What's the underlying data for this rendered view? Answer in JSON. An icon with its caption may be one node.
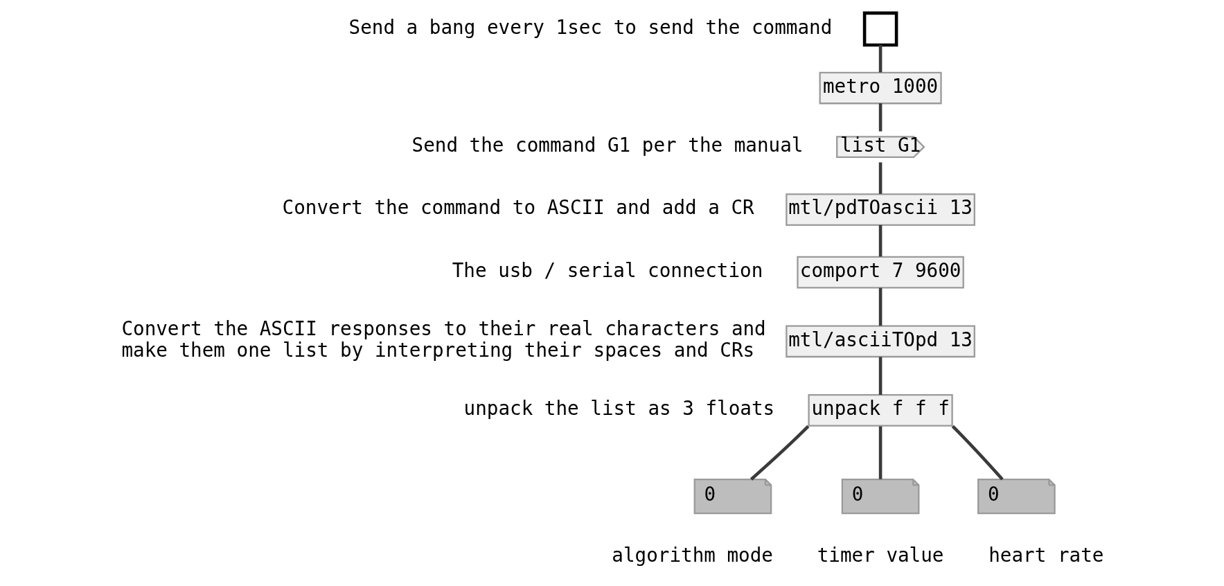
{
  "diagram": {
    "nodes": [
      {
        "text": [],
        "shape": "box",
        "beside": [
          "Send a bang every 1sec to send the command"
        ]
      },
      {
        "text": [
          "metro 1000"
        ]
      },
      {
        "text": [
          "list G1"
        ],
        "beside": [
          "Send the command G1 per the manual"
        ]
      },
      {
        "text": [
          "mtl/pdTOascii 13"
        ],
        "beside": [
          "Convert the command to ASCII and add a CR"
        ]
      },
      {
        "text": [
          "comport 7 9600"
        ],
        "beside": [
          "The usb / serial connection"
        ]
      },
      {
        "text": [
          "mtl/asciiTOpd 13"
        ],
        "beside": [
          "Convert the ASCII responses to their real characters and make them one list by interpreting their spaces and CRs"
        ]
      },
      {
        "text": [
          "unpack f f f"
        ],
        "beside": [
          "unpack the list as 3 floats"
        ]
      },
      {
        "text": [
          "0"
        ],
        "beside": [
          "algorithm mode"
        ]
      },
      {
        "text": [
          "0"
        ],
        "beside": [
          "timer value"
        ]
      },
      {
        "text": [
          "0"
        ],
        "beside": [
          "heart rate"
        ]
      }
    ],
    "edges": [
      {
        "from": 0,
        "to": 1,
        "arrow": "none"
      },
      {
        "from": 1,
        "to": 2,
        "arrow": "none"
      },
      {
        "from": 2,
        "to": 3,
        "arrow": "none"
      },
      {
        "from": 3,
        "to": 4,
        "arrow": "none"
      },
      {
        "from": 4,
        "to": 5,
        "arrow": "none"
      },
      {
        "from": 5,
        "to": 6,
        "arrow": "none"
      },
      {
        "from": 6,
        "to": 7,
        "arrow": "none"
      },
      {
        "from": 6,
        "to": 8,
        "arrow": "none"
      },
      {
        "from": 6,
        "to": 9,
        "arrow": "none"
      }
    ]
  }
}
